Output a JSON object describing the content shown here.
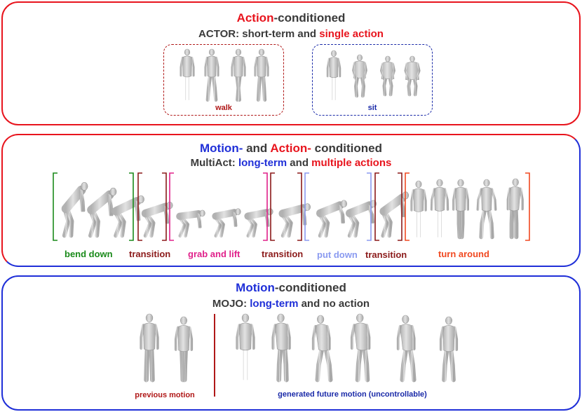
{
  "panel1": {
    "title_action": "Action",
    "title_rest": "-conditioned",
    "sub_prefix": "ACTOR: short-term and ",
    "sub_highlight": "single action",
    "box_walk_label": "walk",
    "box_sit_label": "sit"
  },
  "panel2": {
    "title_motion": "Motion-",
    "title_and": " and ",
    "title_action": "Action-",
    "title_rest": " conditioned",
    "sub_prefix": "MultiAct: ",
    "sub_longterm": "long-term",
    "sub_and": " and ",
    "sub_multiple": "multiple actions",
    "segments": [
      {
        "label": "bend down",
        "color": "#1a8a1a"
      },
      {
        "label": "transition",
        "color": "#8b1a1a"
      },
      {
        "label": "grab and lift",
        "color": "#e0208a"
      },
      {
        "label": "transition",
        "color": "#8b1a1a"
      },
      {
        "label": "put down",
        "color": "#8a9af0"
      },
      {
        "label": "transition",
        "color": "#8b1a1a"
      },
      {
        "label": "turn around",
        "color": "#f04820"
      }
    ]
  },
  "panel3": {
    "title_motion": "Motion",
    "title_rest": "-conditioned",
    "sub_prefix": "MOJO: ",
    "sub_longterm": "long-term",
    "sub_rest": " and no action",
    "previous_label": "previous motion",
    "generated_label": "generated future motion (uncontrollable)"
  },
  "colors": {
    "action_red": "#e8141d",
    "motion_blue": "#1f2fd8",
    "walk_box": "#b01818",
    "sit_box": "#1a2aa8",
    "figure_fill": "#c9c9c9"
  }
}
